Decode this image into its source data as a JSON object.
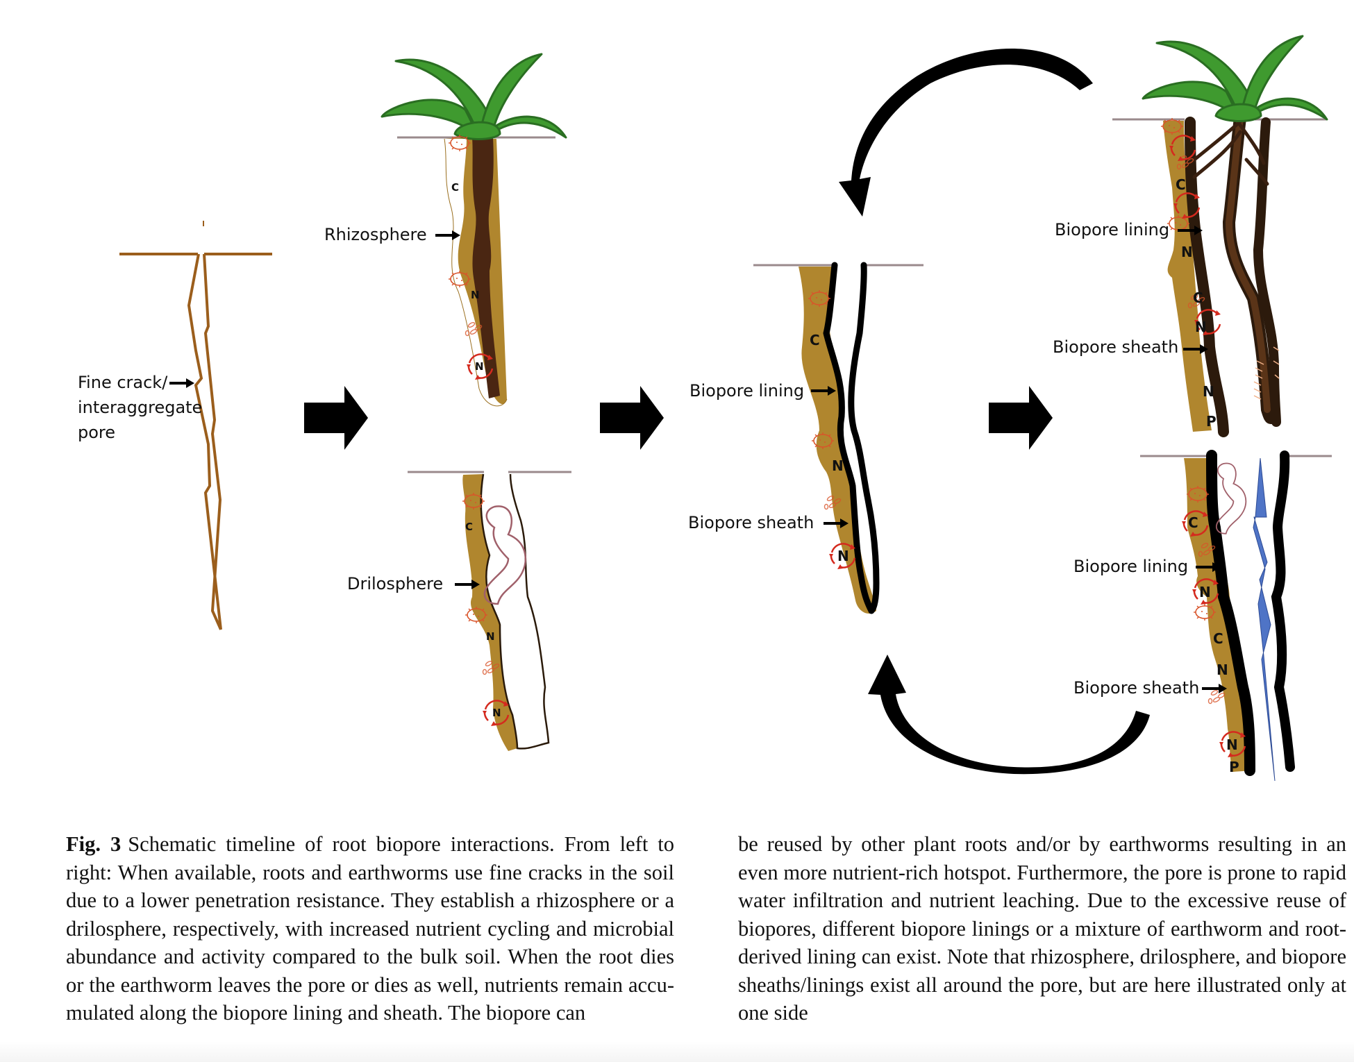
{
  "figure": {
    "panels": [
      {
        "id": "fine-crack",
        "labels": [
          "Fine crack/",
          "interaggregate",
          "pore"
        ]
      },
      {
        "id": "rhizosphere",
        "labels": [
          "Rhizosphere"
        ],
        "nutrients": [
          "C",
          "N",
          "N"
        ]
      },
      {
        "id": "drilosphere",
        "labels": [
          "Drilosphere"
        ],
        "nutrients": [
          "C",
          "N",
          "N"
        ]
      },
      {
        "id": "abandoned-biopore",
        "labels": [
          "Biopore lining",
          "Biopore sheath"
        ],
        "nutrients": [
          "C",
          "N",
          "N"
        ]
      },
      {
        "id": "root-reuse",
        "labels": [
          "Biopore lining",
          "Biopore sheath"
        ],
        "nutrients": [
          "C",
          "N",
          "C",
          "N",
          "N",
          "P"
        ]
      },
      {
        "id": "earthworm-reuse",
        "labels": [
          "Biopore lining",
          "Biopore sheath"
        ],
        "nutrients": [
          "C",
          "N",
          "C",
          "N",
          "N",
          "P"
        ]
      }
    ],
    "colors": {
      "soil_line": "#9a8a8c",
      "crack": "#9b5e1c",
      "sheath": "#b0862e",
      "root": "#4a2612",
      "leaf": "#3f9a2f",
      "leaf_edge": "#2a6e22",
      "lining": "#000000",
      "microbe": "#d9542a",
      "cycle": "#d42a1e",
      "worm": "#a0606a",
      "water": "#4f74c6"
    }
  },
  "caption": {
    "fig_label": "Fig. 3",
    "left_text": "Schematic timeline of root biopore interactions. From left to right: When available, roots and earthworms use fine cracks in the soil due to a lower penetration resistance. They establish a rhizosphere or a drilosphere, respectively, with increased nutrient cycling and microbial abundance and activ­ity compared to the bulk soil. When the root dies or the earth­worm leaves the pore or dies as well, nutrients remain accu­mulated along the biopore lining and sheath. The biopore can",
    "right_text": "be reused by other plant roots and/or by earthworms resulting in an even more nutrient-rich hotspot. Furthermore, the pore is prone to rapid water infiltration and nutrient leaching. Due to the excessive reuse of biopores, different biopore linings or a mixture of earthworm and root-derived lining can exist. Note that rhizosphere, drilosphere, and biopore sheaths/linings exist all around the pore, but are here illustrated only at one side"
  }
}
